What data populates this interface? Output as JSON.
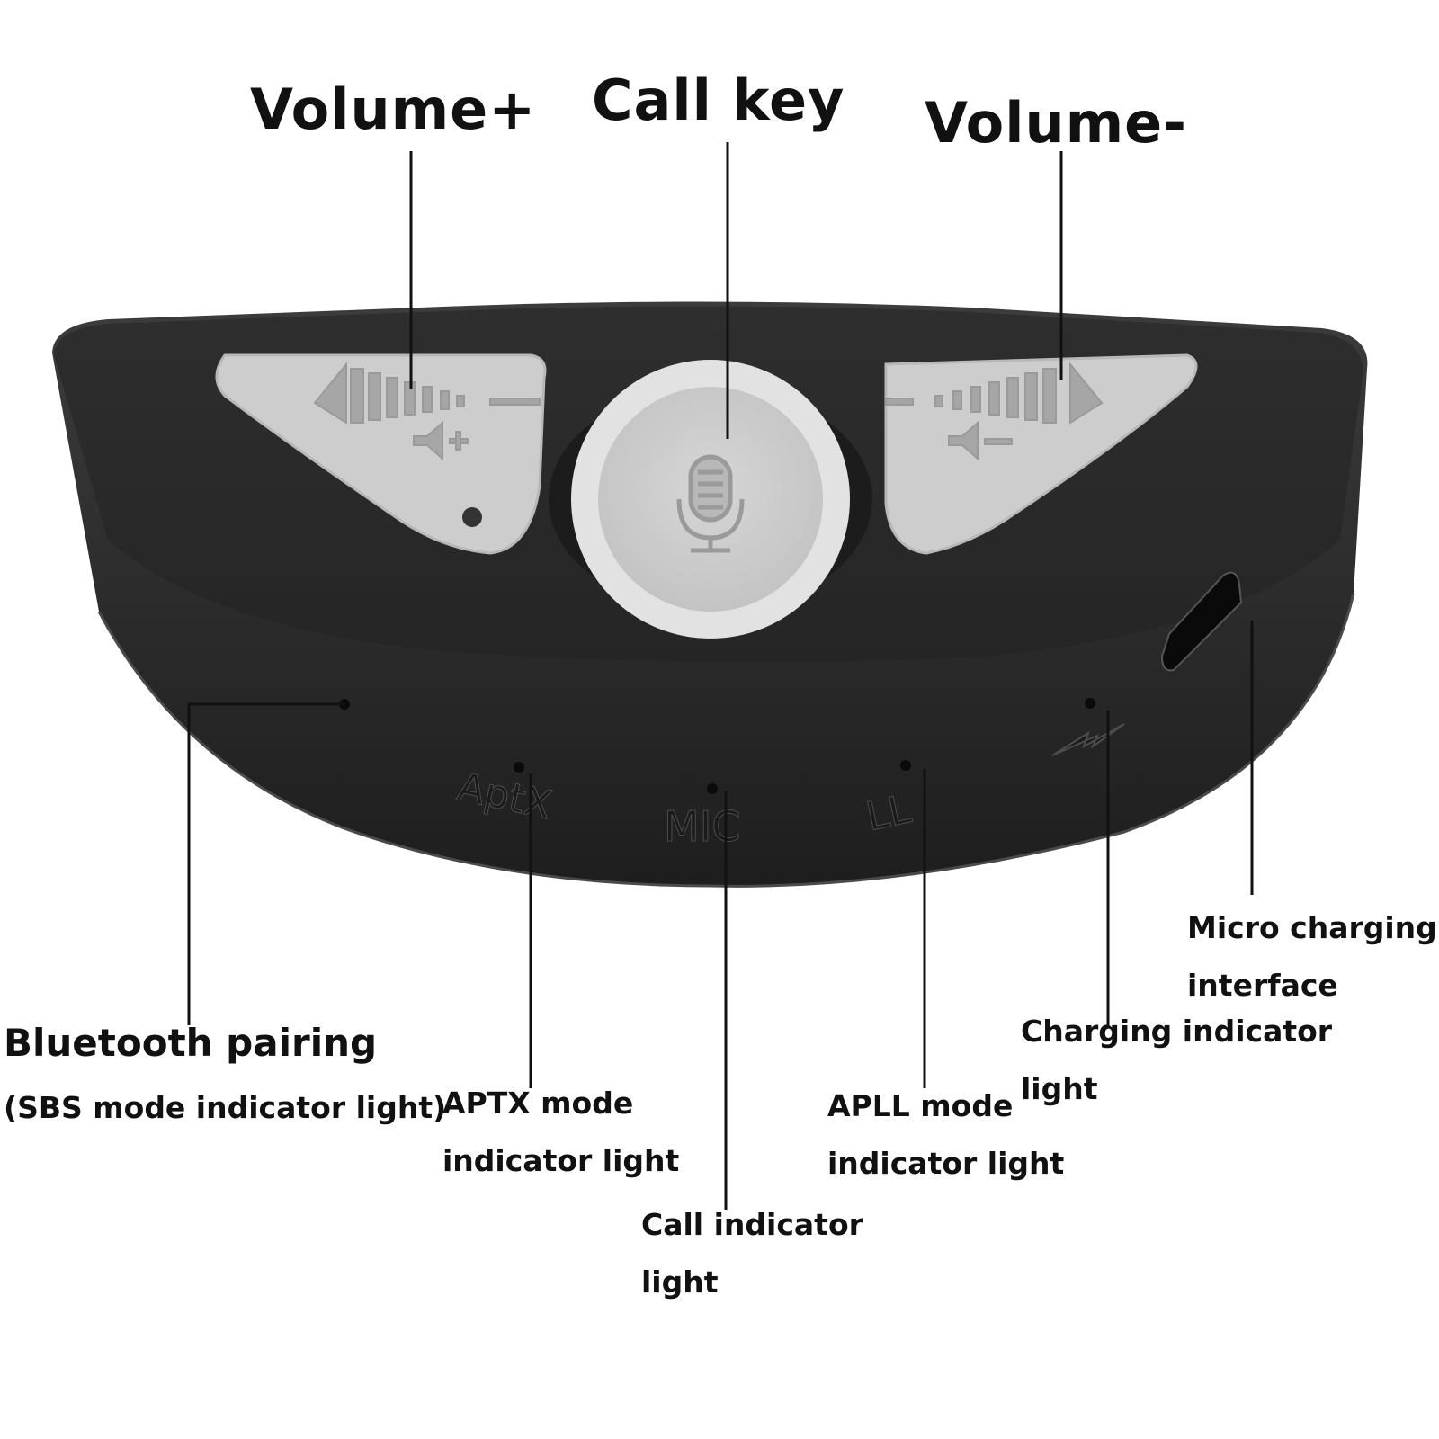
{
  "labels": {
    "volume_up": "Volume+",
    "call_key": "Call key",
    "volume_down": "Volume-",
    "bluetooth_pairing": "Bluetooth pairing",
    "sbs_mode": "(SBS mode indicator light)",
    "aptx_mode": [
      "APTX mode",
      "indicator light"
    ],
    "call_indicator": [
      "Call indicator",
      "light"
    ],
    "apll_mode": [
      "APLL mode",
      "indicator light"
    ],
    "charging_indicator": [
      "Charging indicator",
      "light"
    ],
    "micro_charging": [
      "Micro charging",
      "interface"
    ]
  },
  "device_markings": {
    "aptx": "AptX",
    "mic": "MIC",
    "ll": "LL"
  },
  "colors": {
    "body_dark": "#2a2a2a",
    "body_mid": "#3a3a3a",
    "button_gray": "#cfcfcf",
    "button_light": "#dcdcdc",
    "ink": "#111111"
  },
  "icons": [
    "volume-up-icon",
    "volume-down-icon",
    "microphone-icon",
    "charging-icon"
  ]
}
